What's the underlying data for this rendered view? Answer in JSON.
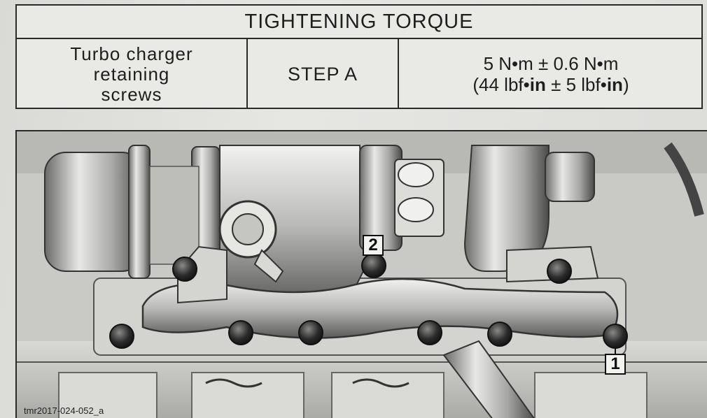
{
  "table": {
    "header": "TIGHTENING TORQUE",
    "component_lines": [
      "Turbo charger",
      "retaining",
      "screws"
    ],
    "step": "STEP A",
    "value_line1": "5 N•m ± 0.6 N•m",
    "value_line2_prefix": "(44 lbf•",
    "value_line2_bold1": "in",
    "value_line2_mid": " ± 5 lbf•",
    "value_line2_bold2": "in",
    "value_line2_suffix": ")"
  },
  "figure": {
    "caption": "tmr2017-024-052_a",
    "callout_1": "1",
    "callout_2": "2",
    "palette": {
      "metal_light": "#e8e8e6",
      "metal_mid": "#9c9c9a",
      "metal_dark": "#3a3a3a",
      "bolt": "#2b2b2b"
    }
  }
}
